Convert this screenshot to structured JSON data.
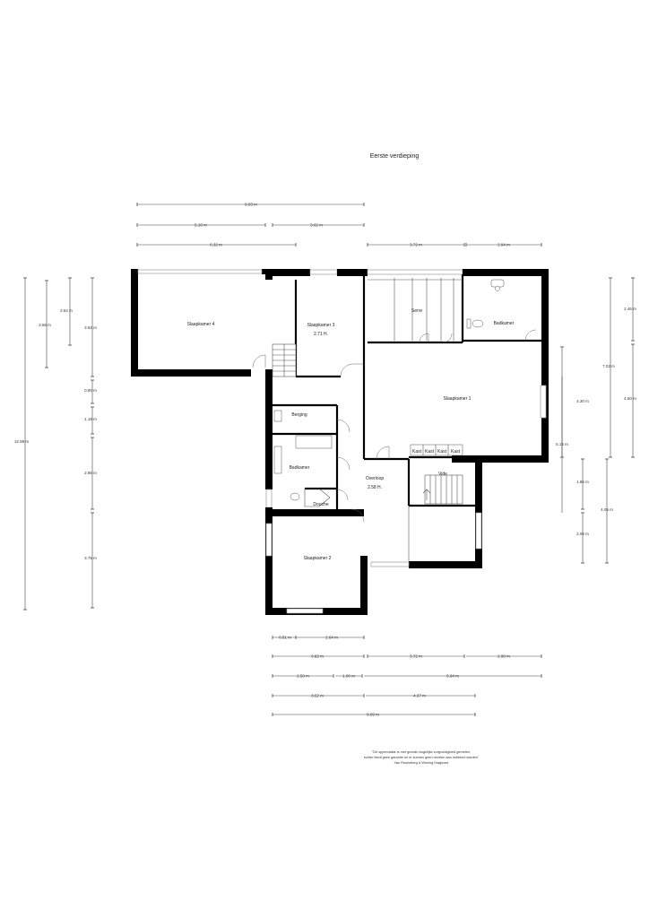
{
  "title": "Eerste verdieping",
  "rooms": {
    "slaapkamer4": "Slaapkamer 4",
    "slaapkamer3": "Slaapkamer 3",
    "slaapkamer3_height": "2.71 H.",
    "serre": "Serre",
    "badkamer_top": "Badkamer",
    "slaapkamer1": "Slaapkamer 1",
    "berging": "Berging",
    "badkamer": "Badkamer",
    "overloop": "Overloop",
    "overloop_height": "2.58 H.",
    "vide": "Vide",
    "douche": "Douche",
    "slaapkamer2": "Slaapkamer 2",
    "kast1": "Kast",
    "kast2": "Kast",
    "kast3": "Kast",
    "kast4": "Kast"
  },
  "dims": {
    "top_total": "9.03 m",
    "top_a": "5.10 m",
    "top_b": "3.62 m",
    "top_c": "6.32 m",
    "top_d": "3.72 m",
    "top_e": "2.94 m",
    "left_total": "12.98 m",
    "left_a": "3.55 m",
    "left_b": "2.62 m",
    "left_c": "3.92 m",
    "left_d": "0.90 m",
    "left_e": "1.19 m",
    "left_f": "2.86 m",
    "left_g": "3.75 m",
    "right_a": "2.46 m",
    "right_b": "7.03 m",
    "right_c": "4.30 m",
    "right_d": "4.50 m",
    "right_e": "5.15 m",
    "right_f": "1.86 m",
    "right_g": "4.05 m",
    "right_h": "2.06 m",
    "bot_a": "0.91 m",
    "bot_b": "2.64 m",
    "bot_c": "3.82 m",
    "bot_d": "3.72 m",
    "bot_e": "2.90 m",
    "bot_f": "2.50 m",
    "bot_g": "1.00 m",
    "bot_h": "6.94 m",
    "bot_i": "3.62 m",
    "bot_j": "4.37 m",
    "bot_k": "8.09 m"
  },
  "disclaimer": {
    "line1": "\"De oppervlakte is met grootst mogelijke zorgvuldigheid gemeten,",
    "line2": "echter biedt geen garantie en er kunnen geen rechten aan ontleend worden\"",
    "line3": "Van Rosenburg & Woning Diagnose"
  }
}
